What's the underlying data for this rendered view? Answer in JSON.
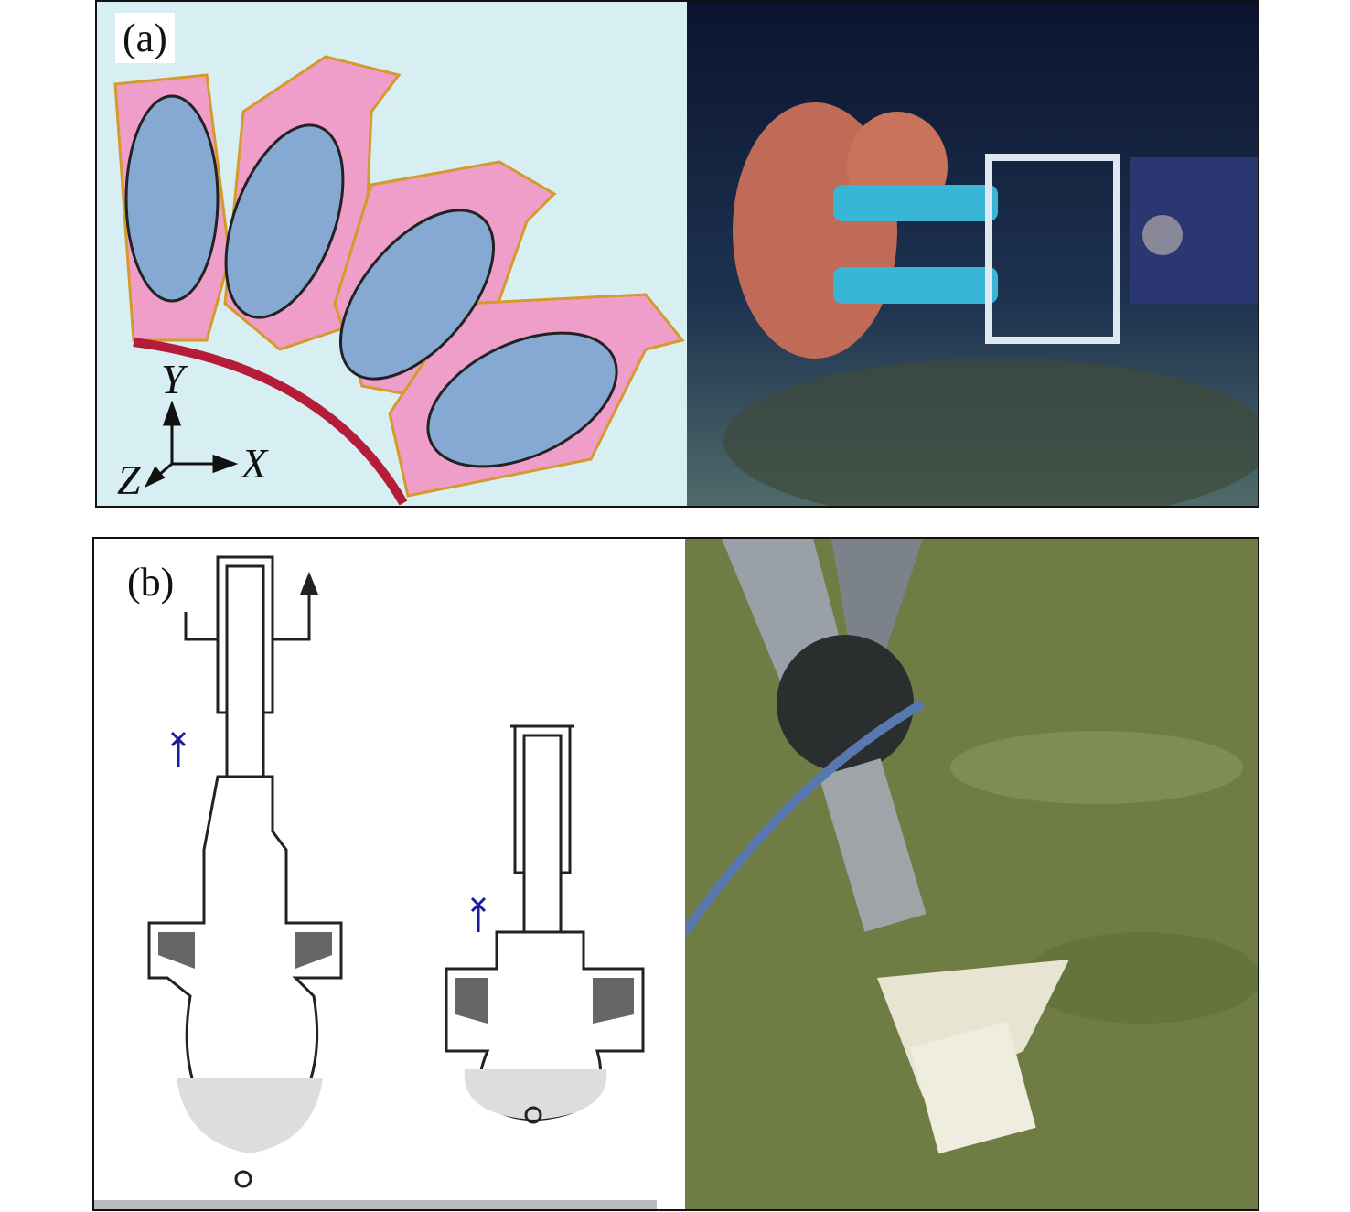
{
  "panel_a": {
    "label": "(a)",
    "axes": {
      "y": "Y",
      "x": "X",
      "z": "Z"
    },
    "colors": {
      "background": "#d7eef2",
      "finger": "#ee9ec8",
      "chamber": "#86a9d4",
      "outline": "#d49a2a",
      "photo_bg": "#0e1a34"
    }
  },
  "panel_b": {
    "label": "(b)",
    "colors": {
      "photo_bg": "#6f7d45",
      "valve": "#1a1aa0"
    }
  }
}
